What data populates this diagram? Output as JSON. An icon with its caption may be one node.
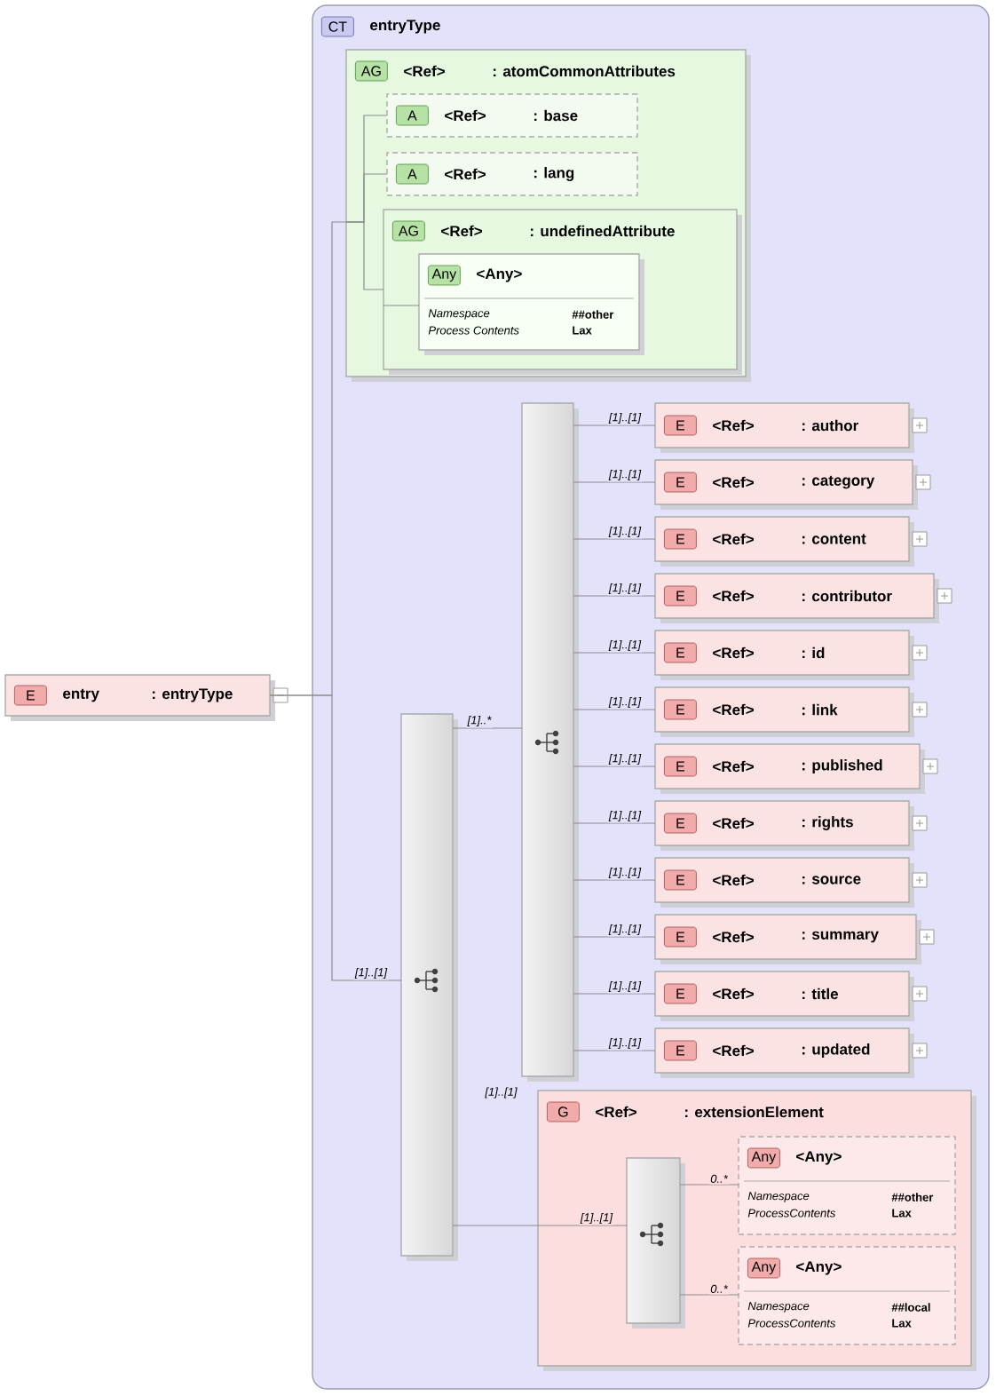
{
  "diagram": {
    "nodes": [
      {
        "text": [
          "E",
          "entry",
          ": entryType"
        ]
      },
      {
        "text": [
          "CT",
          "entryType"
        ]
      },
      {
        "text": [
          "AG",
          "<Ref>",
          ": atomCommonAttributes"
        ],
        "in": 1
      },
      {
        "text": [
          "A",
          "<Ref>",
          ": base"
        ],
        "in": 2
      },
      {
        "text": [
          "A",
          "<Ref>",
          ": lang"
        ],
        "in": 2
      },
      {
        "text": [
          "AG",
          "<Ref>",
          ": undefinedAttribute"
        ],
        "in": 2
      },
      {
        "text": [
          "Any",
          "<Any>",
          "Namespace",
          "##other",
          "Process Contents",
          "Lax"
        ],
        "in": 5
      },
      {
        "text": [],
        "shape": "bar",
        "in": 1
      },
      {
        "text": [],
        "shape": "bar",
        "in": 1
      },
      {
        "text": [
          "E",
          "<Ref>",
          ": author"
        ],
        "in": 1
      },
      {
        "text": [
          "E",
          "<Ref>",
          ": category"
        ],
        "in": 1
      },
      {
        "text": [
          "E",
          "<Ref>",
          ": content"
        ],
        "in": 1
      },
      {
        "text": [
          "E",
          "<Ref>",
          ": contributor"
        ],
        "in": 1
      },
      {
        "text": [
          "E",
          "<Ref>",
          ": id"
        ],
        "in": 1
      },
      {
        "text": [
          "E",
          "<Ref>",
          ": link"
        ],
        "in": 1
      },
      {
        "text": [
          "E",
          "<Ref>",
          ": published"
        ],
        "in": 1
      },
      {
        "text": [
          "E",
          "<Ref>",
          ": rights"
        ],
        "in": 1
      },
      {
        "text": [
          "E",
          "<Ref>",
          ": source"
        ],
        "in": 1
      },
      {
        "text": [
          "E",
          "<Ref>",
          ": summary"
        ],
        "in": 1
      },
      {
        "text": [
          "E",
          "<Ref>",
          ": title"
        ],
        "in": 1
      },
      {
        "text": [
          "E",
          "<Ref>",
          ": updated"
        ],
        "in": 1
      },
      {
        "text": [
          "G",
          "<Ref>",
          ": extensionElement"
        ],
        "in": 1
      },
      {
        "text": [],
        "shape": "bar",
        "in": 21
      },
      {
        "text": [
          "Any",
          "<Any>",
          "Namespace",
          "##other",
          "ProcessContents",
          "Lax"
        ],
        "in": 21
      },
      {
        "text": [
          "Any",
          "<Any>",
          "Namespace",
          "##local",
          "ProcessContents",
          "Lax"
        ],
        "in": 21
      }
    ],
    "edges": [
      {
        "from": 0,
        "to": 2,
        "arrow": "none"
      },
      {
        "from": 0,
        "to": 7,
        "arrow": "none",
        "label": "[1]..[1]"
      },
      {
        "from": 2,
        "to": 3,
        "arrow": "none"
      },
      {
        "from": 2,
        "to": 4,
        "arrow": "none"
      },
      {
        "from": 2,
        "to": 5,
        "arrow": "none"
      },
      {
        "from": 5,
        "to": 6,
        "arrow": "none"
      },
      {
        "from": 7,
        "to": 8,
        "arrow": "none",
        "label": "[1]..*"
      },
      {
        "from": 8,
        "to": 9,
        "arrow": "none",
        "label": "[1]..[1]"
      },
      {
        "from": 8,
        "to": 10,
        "arrow": "none",
        "label": "[1]..[1]"
      },
      {
        "from": 8,
        "to": 11,
        "arrow": "none",
        "label": "[1]..[1]"
      },
      {
        "from": 8,
        "to": 12,
        "arrow": "none",
        "label": "[1]..[1]"
      },
      {
        "from": 8,
        "to": 13,
        "arrow": "none",
        "label": "[1]..[1]"
      },
      {
        "from": 8,
        "to": 14,
        "arrow": "none",
        "label": "[1]..[1]"
      },
      {
        "from": 8,
        "to": 15,
        "arrow": "none",
        "label": "[1]..[1]"
      },
      {
        "from": 8,
        "to": 16,
        "arrow": "none",
        "label": "[1]..[1]"
      },
      {
        "from": 8,
        "to": 17,
        "arrow": "none",
        "label": "[1]..[1]"
      },
      {
        "from": 8,
        "to": 18,
        "arrow": "none",
        "label": "[1]..[1]"
      },
      {
        "from": 8,
        "to": 19,
        "arrow": "none",
        "label": "[1]..[1]"
      },
      {
        "from": 8,
        "to": 20,
        "arrow": "none",
        "label": "[1]..[1]"
      },
      {
        "from": 7,
        "to": 22,
        "arrow": "none",
        "label": "[1]..[1]"
      },
      {
        "from": 22,
        "to": 23,
        "arrow": "none",
        "label": "0..*"
      },
      {
        "from": 22,
        "to": 24,
        "arrow": "none",
        "label": "0..*"
      }
    ],
    "labels": [
      "[1]..[1]"
    ]
  }
}
